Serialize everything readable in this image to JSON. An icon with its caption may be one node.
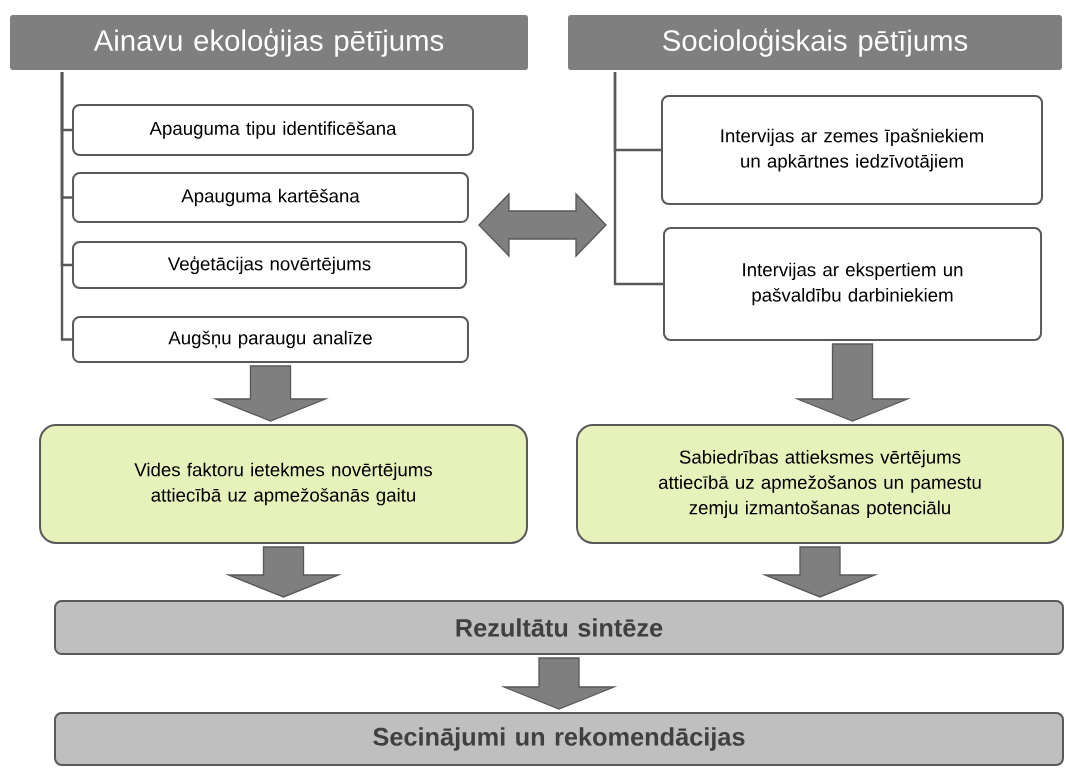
{
  "diagram": {
    "nodes": [
      {
        "text": [
          "Ainavu ekoloģijas pētījums"
        ]
      },
      {
        "text": [
          "Apauguma tipu identificēšana"
        ]
      },
      {
        "text": [
          "Apauguma kartēšana"
        ]
      },
      {
        "text": [
          "Veģetācijas novērtējums"
        ]
      },
      {
        "text": [
          "Augšņu paraugu analīze"
        ]
      },
      {
        "text": [
          "Socioloģiskais pētījums"
        ]
      },
      {
        "text": [
          "Intervijas ar zemes īpašniekiem un apkārtnes iedzīvotājiem"
        ]
      },
      {
        "text": [
          "Intervijas ar ekspertiem un pašvaldību darbiniekiem"
        ]
      },
      {
        "text": [
          "Vides faktoru ietekmes novērtējums attiecībā uz apmežošanās gaitu"
        ]
      },
      {
        "text": [
          "Sabiedrības attieksmes vērtējums attiecībā uz apmežošanos un pamestu zemju izmantošanas potenciālu"
        ]
      },
      {
        "text": [
          "Rezultātu sintēze"
        ]
      },
      {
        "text": [
          "Secinājumi un rekomendācijas"
        ]
      }
    ],
    "edges": [
      {
        "from": 0,
        "to": 1,
        "arrow": "none"
      },
      {
        "from": 0,
        "to": 2,
        "arrow": "none"
      },
      {
        "from": 0,
        "to": 3,
        "arrow": "none"
      },
      {
        "from": 0,
        "to": 4,
        "arrow": "none"
      },
      {
        "from": 5,
        "to": 6,
        "arrow": "none"
      },
      {
        "from": 5,
        "to": 7,
        "arrow": "none"
      },
      {
        "from": 2,
        "to": null,
        "arrow": "both",
        "style": "thick"
      },
      {
        "from": 4,
        "to": 8,
        "arrow": "to",
        "style": "thick"
      },
      {
        "from": 7,
        "to": 9,
        "arrow": "to",
        "style": "thick"
      },
      {
        "from": 8,
        "to": 10,
        "arrow": "to",
        "style": "thick"
      },
      {
        "from": 9,
        "to": 10,
        "arrow": "to",
        "style": "thick"
      },
      {
        "from": 10,
        "to": 11,
        "arrow": "to",
        "style": "thick"
      }
    ]
  }
}
